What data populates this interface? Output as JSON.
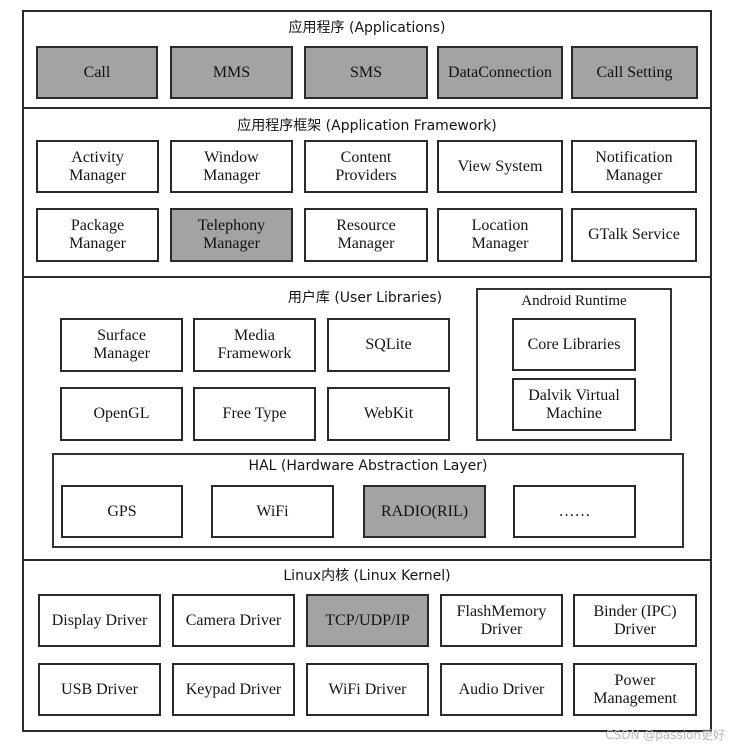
{
  "colors": {
    "highlight": "#a3a3a3",
    "border": "#2a2a2a"
  },
  "applications": {
    "title": "应用程序 (Applications)",
    "items": [
      {
        "label": "Call",
        "highlight": true
      },
      {
        "label": "MMS",
        "highlight": true
      },
      {
        "label": "SMS",
        "highlight": true
      },
      {
        "label": "DataConnection",
        "highlight": true
      },
      {
        "label": "Call Setting",
        "highlight": true
      }
    ]
  },
  "framework": {
    "title": "应用程序框架 (Application Framework)",
    "items": [
      {
        "label": "Activity\nManager"
      },
      {
        "label": "Window\nManager"
      },
      {
        "label": "Content\nProviders"
      },
      {
        "label": "View System"
      },
      {
        "label": "Notification\nManager"
      },
      {
        "label": "Package\nManager"
      },
      {
        "label": "Telephony\nManager",
        "highlight": true
      },
      {
        "label": "Resource\nManager"
      },
      {
        "label": "Location\nManager"
      },
      {
        "label": "GTalk Service"
      }
    ]
  },
  "libraries": {
    "title": "用户库 (User Libraries)",
    "items": [
      {
        "label": "Surface\nManager"
      },
      {
        "label": "Media\nFramework"
      },
      {
        "label": "SQLite"
      },
      {
        "label": "OpenGL"
      },
      {
        "label": "Free Type"
      },
      {
        "label": "WebKit"
      }
    ]
  },
  "runtime": {
    "title": "Android Runtime",
    "items": [
      {
        "label": "Core Libraries"
      },
      {
        "label": "Dalvik Virtual\nMachine"
      }
    ]
  },
  "hal": {
    "title": "HAL (Hardware Abstraction Layer)",
    "items": [
      {
        "label": "GPS"
      },
      {
        "label": "WiFi"
      },
      {
        "label": "RADIO(RIL)",
        "highlight": true
      },
      {
        "label": "……"
      }
    ]
  },
  "kernel": {
    "title": "Linux内核 (Linux Kernel)",
    "items": [
      {
        "label": "Display Driver"
      },
      {
        "label": "Camera Driver"
      },
      {
        "label": "TCP/UDP/IP",
        "highlight": true
      },
      {
        "label": "FlashMemory\nDriver"
      },
      {
        "label": "Binder (IPC)\nDriver"
      },
      {
        "label": "USB Driver"
      },
      {
        "label": "Keypad Driver"
      },
      {
        "label": "WiFi Driver"
      },
      {
        "label": "Audio Driver"
      },
      {
        "label": "Power\nManagement"
      }
    ]
  },
  "watermark": "CSDN @passion更好"
}
